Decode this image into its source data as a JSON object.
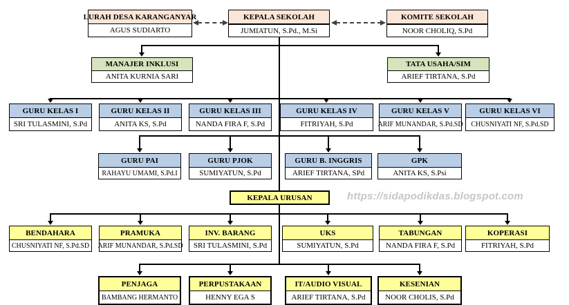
{
  "watermark": "https://sidapodikdas.blogspot.com",
  "colors": {
    "header_peach": "#FBE5D6",
    "header_green": "#D6E3BC",
    "header_blue": "#B9CDE5",
    "header_yellow": "#FFFF99",
    "line": "#000000",
    "dashed_line": "#404040",
    "watermark_gray": "#C6C6C6"
  },
  "nodes": {
    "lurah": {
      "title": "LURAH DESA KARANGANYAR",
      "person": "AGUS SUDIARTO"
    },
    "kepala_sekolah": {
      "title": "KEPALA SEKOLAH",
      "person": "JUMIATUN, S.Pd., M.Si"
    },
    "komite": {
      "title": "KOMITE SEKOLAH",
      "person": "NOOR CHOLIQ, S.Pd"
    },
    "manajer_inklusi": {
      "title": "MANAJER INKLUSI",
      "person": "ANITA KURNIA SARI"
    },
    "tata_usaha": {
      "title": "TATA USAHA/SIM",
      "person": "ARIEF TIRTANA, S.Pd"
    },
    "guru_kelas_1": {
      "title": "GURU KELAS I",
      "person": "SRI TULASMINI, S.Pd"
    },
    "guru_kelas_2": {
      "title": "GURU KELAS II",
      "person": "ANITA KS, S.Pd"
    },
    "guru_kelas_3": {
      "title": "GURU KELAS III",
      "person": "NANDA FIRA F, S.Pd"
    },
    "guru_kelas_4": {
      "title": "GURU KELAS IV",
      "person": "FITRIYAH, S.Pd"
    },
    "guru_kelas_5": {
      "title": "GURU KELAS V",
      "person": "ARIF MUNANDAR, S.Pd.SD"
    },
    "guru_kelas_6": {
      "title": "GURU KELAS VI",
      "person": "CHUSNIYATI NF, S.Pd.SD"
    },
    "guru_pai": {
      "title": "GURU PAI",
      "person": "RAHAYU UMAMI, S.Pd.I"
    },
    "guru_pjok": {
      "title": "GURU PJOK",
      "person": "SUMIYATUN, S.Pd"
    },
    "guru_b_inggris": {
      "title": "GURU B. INGGRIS",
      "person": "ARIEF TIRTANA, SPd"
    },
    "gpk": {
      "title": "GPK",
      "person": "ANITA KS, S.Psi"
    },
    "kepala_urusan": {
      "title": "KEPALA URUSAN"
    },
    "bendahara": {
      "title": "BENDAHARA",
      "person": "CHUSNIYATI NF, S.Pd.SD"
    },
    "pramuka": {
      "title": "PRAMUKA",
      "person": "ARIF MUNANDAR, S.Pd.SD"
    },
    "inv_barang": {
      "title": "INV. BARANG",
      "person": "SRI TULASMINI, S.Pd"
    },
    "uks": {
      "title": "UKS",
      "person": "SUMIYATUN, S.Pd"
    },
    "tabungan": {
      "title": "TABUNGAN",
      "person": "NANDA FIRA F, S.Pd"
    },
    "koperasi": {
      "title": "KOPERASI",
      "person": "FITRIYAH, S.Pd"
    },
    "penjaga": {
      "title": "PENJAGA",
      "person": "BAMBANG HERMANTO"
    },
    "perpustakaan": {
      "title": "PERPUSTAKAAN",
      "person": "HENNY EGA S"
    },
    "it_audio_visual": {
      "title": "IT/AUDIO VISUAL",
      "person": "ARIEF TIRTANA, S.Pd"
    },
    "kesenian": {
      "title": "KESENIAN",
      "person": "NOOR CHOLIS, S.Pd"
    }
  }
}
